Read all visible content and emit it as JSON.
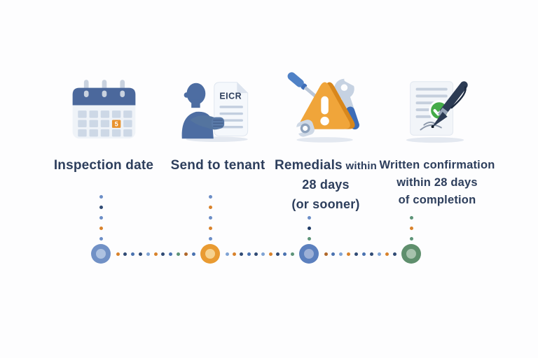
{
  "page": {
    "background": "#fdfdfe",
    "text_color": "#2d3e5c"
  },
  "steps": [
    {
      "name": "inspection-date",
      "icon": "calendar-icon",
      "line1": "Inspection date",
      "calendar_day": "5"
    },
    {
      "name": "send-to-tenant",
      "icon": "tenant-report-icon",
      "line1": "Send to tenant",
      "document_title": "EICR"
    },
    {
      "name": "remedials",
      "icon": "warning-tools-icon",
      "line1": "Remedials",
      "line1_small": "within",
      "line2": "28 days",
      "line3": "(or sooner)"
    },
    {
      "name": "written-confirmation",
      "icon": "signed-document-icon",
      "line1": "Written confirmation",
      "line2": "within 28 days",
      "line3": "of completion"
    }
  ],
  "timeline": {
    "nodes": [
      {
        "outer": "#7191c6",
        "inner": "#aec2e1"
      },
      {
        "outer": "#e99b32",
        "inner": "#f6d28f"
      },
      {
        "outer": "#5c80be",
        "inner": "#9db0d6"
      },
      {
        "outer": "#5f8f6d",
        "inner": "#a7c2ad"
      }
    ],
    "horizontal_dot_colors": [
      "#d9822b",
      "#2f4a74",
      "#4a72b0",
      "#2f4a74",
      "#7fa3d4",
      "#d9822b",
      "#2f4a74",
      "#4a72b0",
      "#5d9478",
      "#b0672a",
      "#4a72b0",
      "#7fa3d4"
    ],
    "vertical_dot_colors": [
      [
        "#6c8ec7",
        "#2f4a74",
        "#6c8ec7",
        "#d9822b",
        "#6c8ec7"
      ],
      [
        "#6c8ec7",
        "#d9822b",
        "#6c8ec7",
        "#d9822b",
        "#6c8ec7"
      ],
      [
        "#6c8ec7",
        "#1f3b66",
        "#5d9478"
      ],
      [
        "#5d9478",
        "#d9822b",
        "#5d9478"
      ]
    ]
  }
}
